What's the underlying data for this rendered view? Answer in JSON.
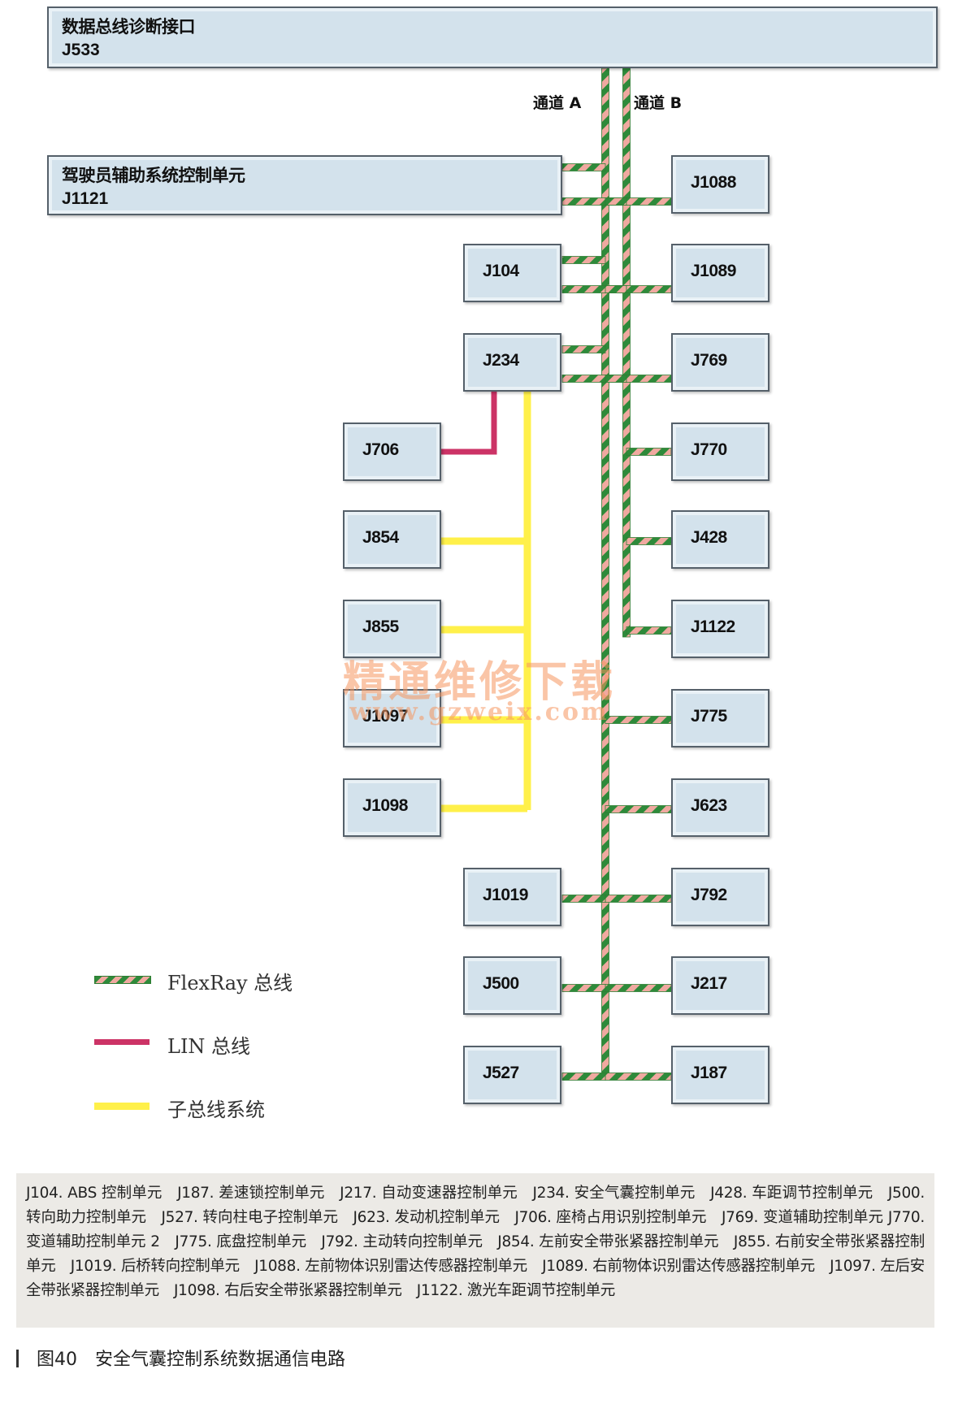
{
  "gateway": {
    "title": "数据总线诊断接口",
    "id": "J533"
  },
  "driver_assist": {
    "title": "驾驶员辅助系统控制单元",
    "id": "J1121"
  },
  "channels": {
    "a": "通道 A",
    "b": "通道 B"
  },
  "modules": {
    "J1088": "J1088",
    "J104": "J104",
    "J1089": "J1089",
    "J234": "J234",
    "J769": "J769",
    "J706": "J706",
    "J770": "J770",
    "J854": "J854",
    "J428": "J428",
    "J855": "J855",
    "J1122": "J1122",
    "J1097": "J1097",
    "J775": "J775",
    "J1098": "J1098",
    "J623": "J623",
    "J1019": "J1019",
    "J792": "J792",
    "J500": "J500",
    "J217": "J217",
    "J527": "J527",
    "J187": "J187"
  },
  "legend": {
    "flexray": "FlexRay 总线",
    "lin": "LIN 总线",
    "subbus": "子总线系统"
  },
  "colors": {
    "flexray_green": "#2e8a3a",
    "flexray_pink": "#f0a9a0",
    "lin": "#cc3366",
    "subbus": "#fff04a",
    "box_fill": "#d3e2ec"
  },
  "caption": "J104. ABS 控制单元　J187. 差速锁控制单元　J217. 自动变速器控制单元　J234. 安全气囊控制单元　J428. 车距调节控制单元　J500. 转向助力控制单元　J527. 转向柱电子控制单元　J623. 发动机控制单元　J706. 座椅占用识别控制单元　J769. 变道辅助控制单元 J770. 变道辅助控制单元 2　J775. 底盘控制单元　J792. 主动转向控制单元　J854. 左前安全带张紧器控制单元　J855. 右前安全带张紧器控制单元　J1019. 后桥转向控制单元　J1088. 左前物体识别雷达传感器控制单元　J1089. 右前物体识别雷达传感器控制单元　J1097. 左后安全带张紧器控制单元　J1098. 右后安全带张紧器控制单元　J1122. 激光车距调节控制单元",
  "figure_title": "图40　安全气囊控制系统数据通信电路",
  "watermark": {
    "line1": "精通维修下载",
    "line2": "www.gzweix.com"
  }
}
